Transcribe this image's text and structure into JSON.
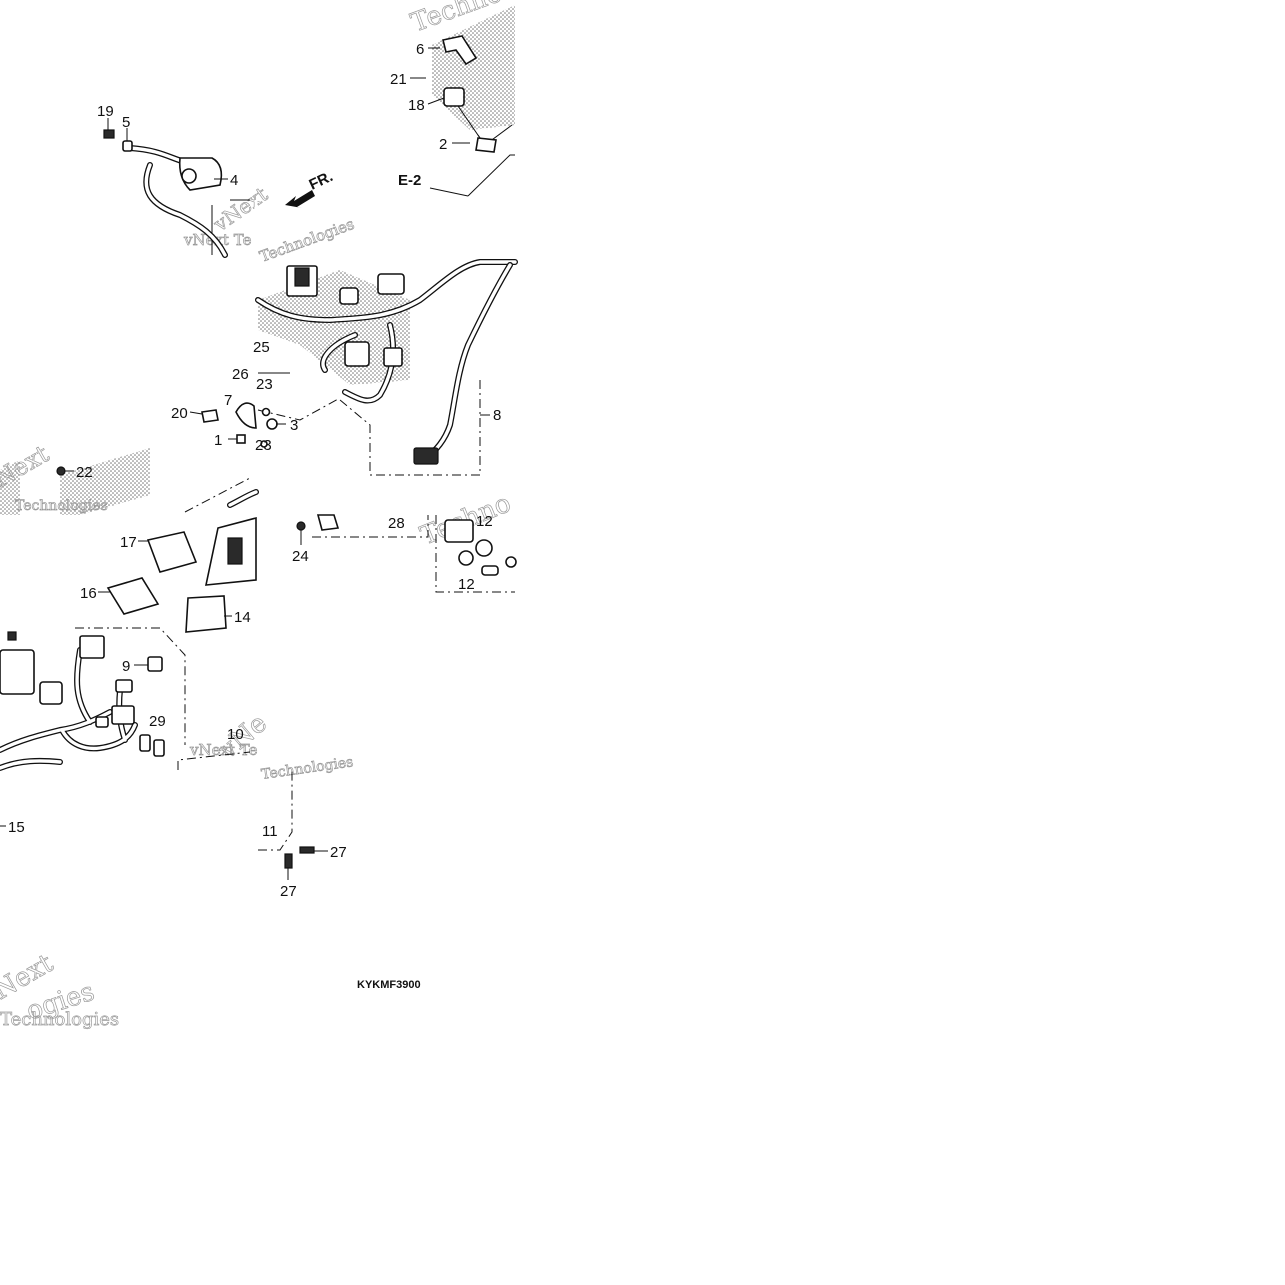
{
  "diagram": {
    "callouts": [
      {
        "id": "c-6",
        "text": "6"
      },
      {
        "id": "c-21",
        "text": "21"
      },
      {
        "id": "c-18",
        "text": "18"
      },
      {
        "id": "c-2",
        "text": "2"
      },
      {
        "id": "c-19",
        "text": "19"
      },
      {
        "id": "c-5",
        "text": "5"
      },
      {
        "id": "c-4",
        "text": "4"
      },
      {
        "id": "c-e2",
        "text": "E-2"
      },
      {
        "id": "c-fr",
        "text": "FR."
      },
      {
        "id": "c-25",
        "text": "25"
      },
      {
        "id": "c-26",
        "text": "26"
      },
      {
        "id": "c-23a",
        "text": "23"
      },
      {
        "id": "c-7",
        "text": "7"
      },
      {
        "id": "c-20",
        "text": "20"
      },
      {
        "id": "c-3",
        "text": "3"
      },
      {
        "id": "c-1",
        "text": "1"
      },
      {
        "id": "c-23b",
        "text": "23"
      },
      {
        "id": "c-8",
        "text": "8"
      },
      {
        "id": "c-22",
        "text": "22"
      },
      {
        "id": "c-28",
        "text": "28"
      },
      {
        "id": "c-12a",
        "text": "12"
      },
      {
        "id": "c-24",
        "text": "24"
      },
      {
        "id": "c-12b",
        "text": "12"
      },
      {
        "id": "c-17",
        "text": "17"
      },
      {
        "id": "c-16",
        "text": "16"
      },
      {
        "id": "c-14",
        "text": "14"
      },
      {
        "id": "c-9",
        "text": "9"
      },
      {
        "id": "c-29",
        "text": "29"
      },
      {
        "id": "c-10",
        "text": "10"
      },
      {
        "id": "c-15",
        "text": "15"
      },
      {
        "id": "c-11",
        "text": "11"
      },
      {
        "id": "c-27a",
        "text": "27"
      },
      {
        "id": "c-27b",
        "text": "27"
      }
    ],
    "code": "KYKMF3900",
    "watermark": [
      "vNext",
      "Technologies"
    ]
  }
}
